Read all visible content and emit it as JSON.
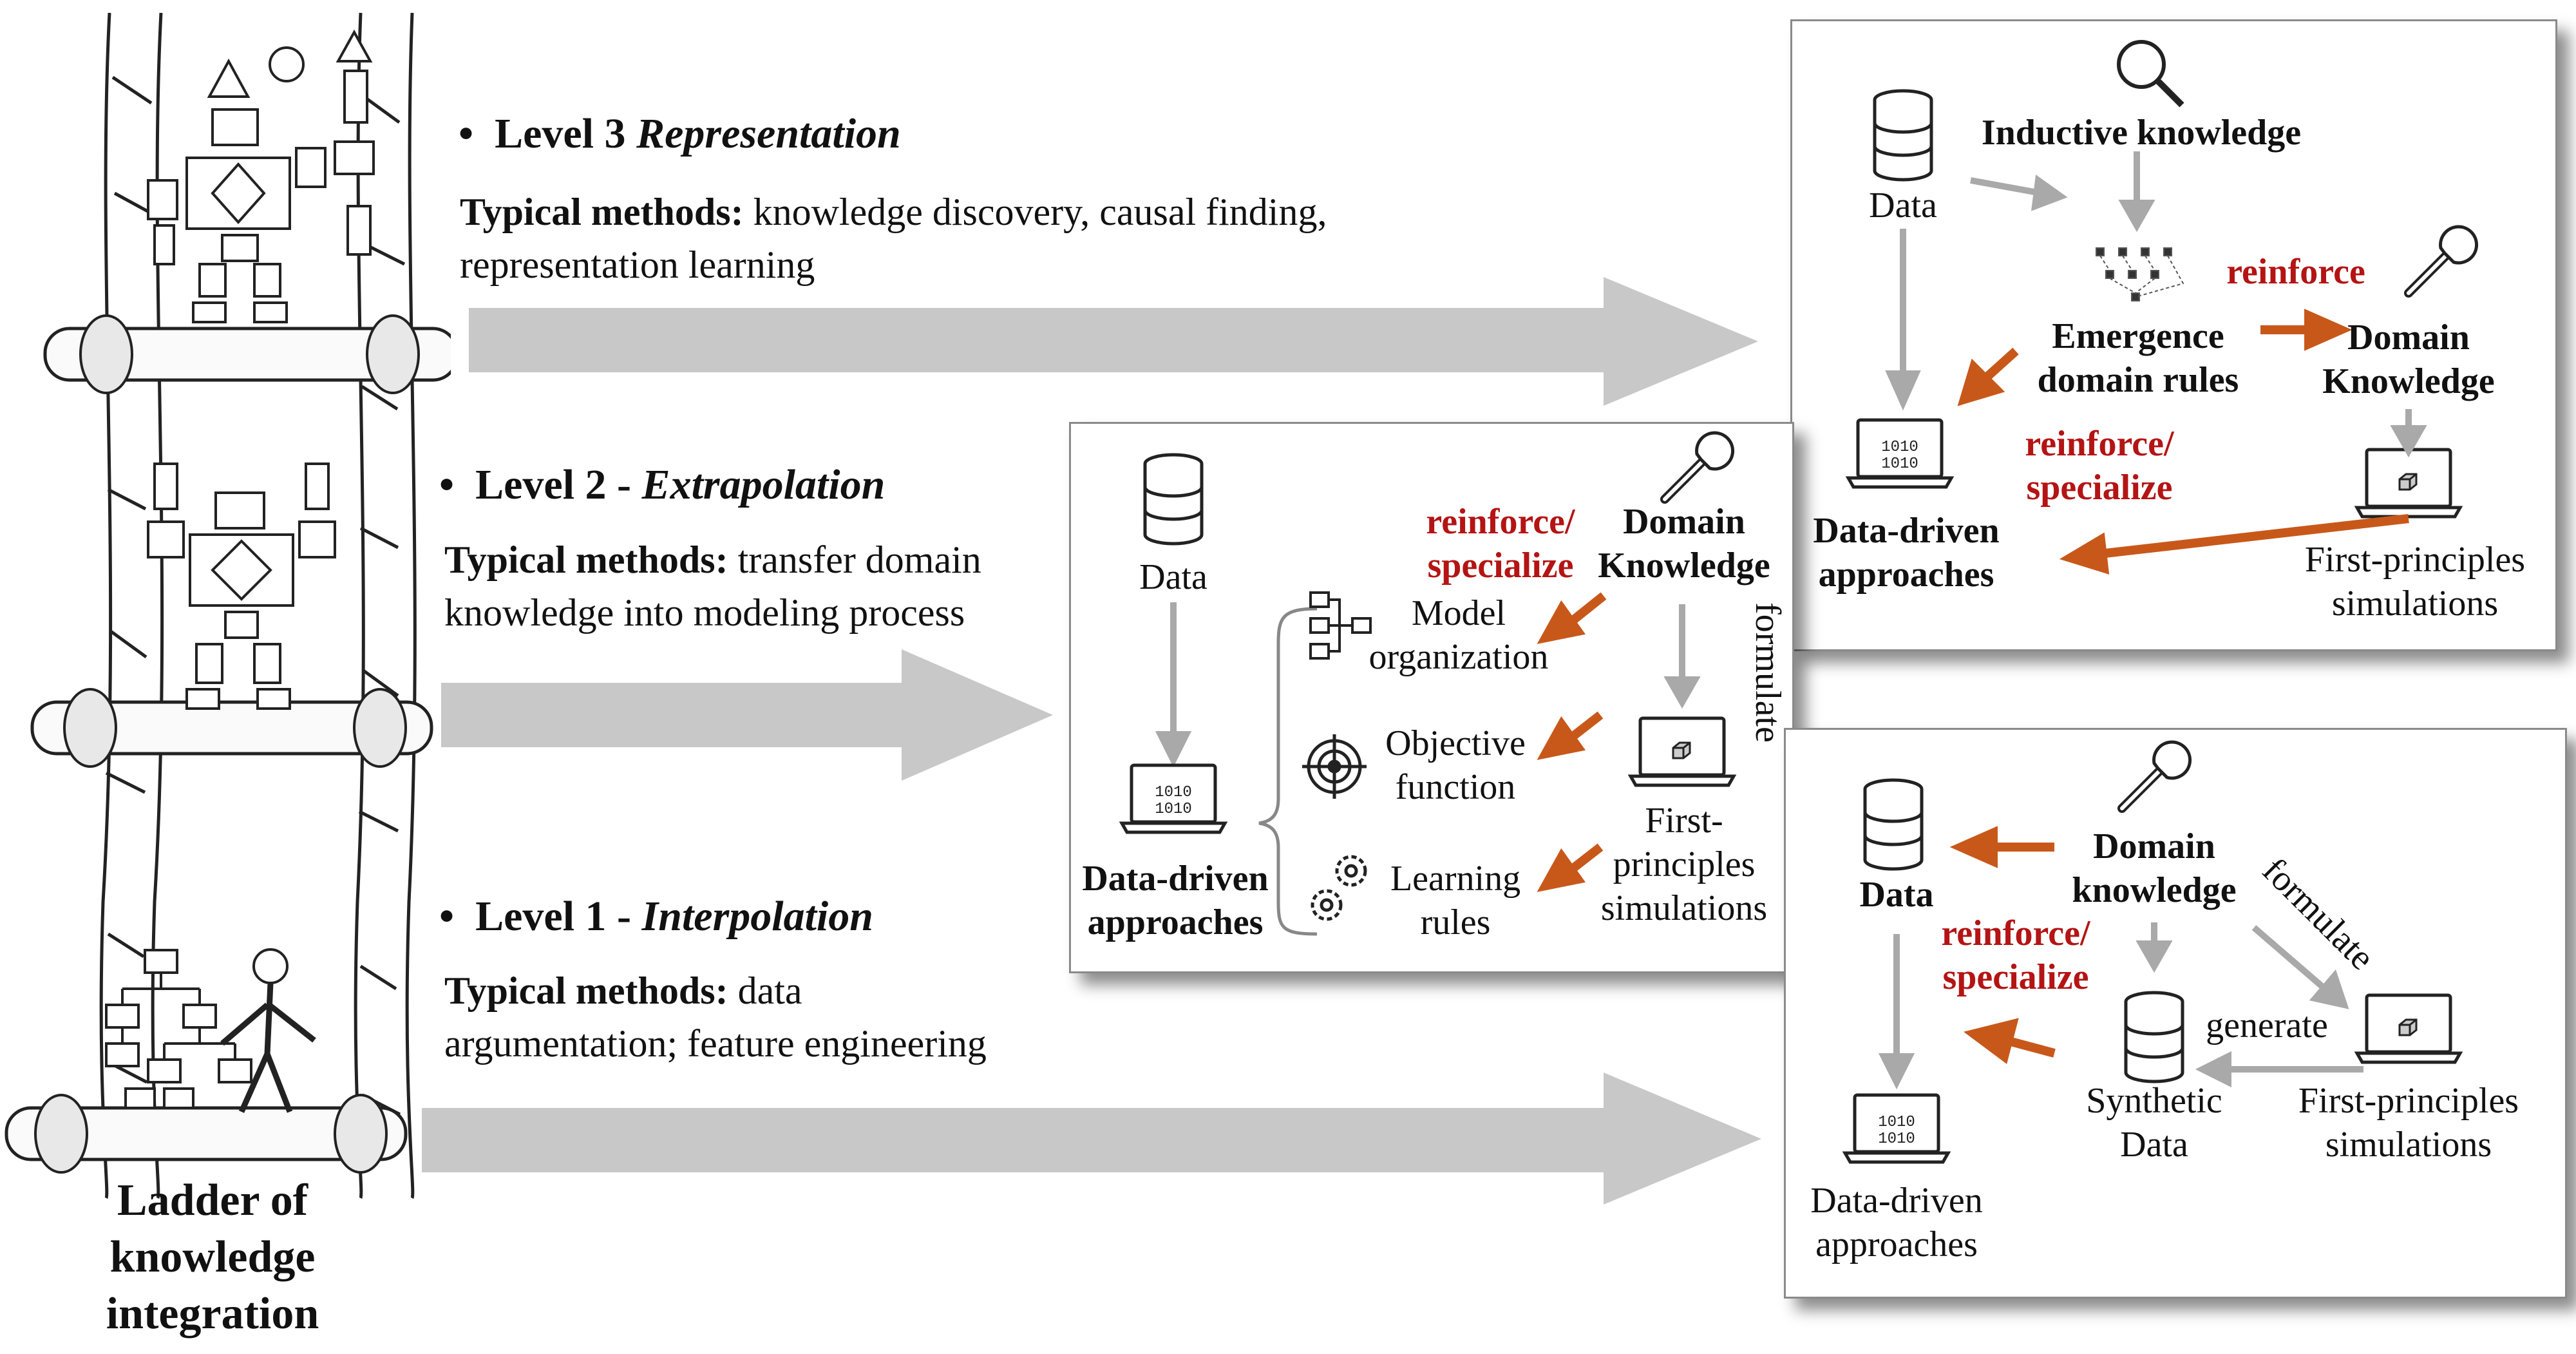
{
  "ladder": {
    "caption_lines": [
      "Ladder of",
      "knowledge",
      "integration"
    ]
  },
  "levels": [
    {
      "bullet": "•",
      "title_prefix": "Level 3 ",
      "title_italic": "Representation",
      "methods_label": "Typical methods:",
      "methods_text": " knowledge discovery, causal finding,",
      "methods_line2": "representation learning"
    },
    {
      "bullet": "•",
      "title_prefix": "Level 2 - ",
      "title_italic": "Extrapolation",
      "methods_label": "Typical methods:",
      "methods_text": " transfer domain",
      "methods_line2": "knowledge into modeling process"
    },
    {
      "bullet": "•",
      "title_prefix": "Level 1 - ",
      "title_italic": "Interpolation",
      "methods_label": "Typical methods:",
      "methods_text": " data",
      "methods_line2": "argumentation; feature engineering"
    }
  ],
  "panel3": {
    "data": "Data",
    "inductive": "Inductive knowledge",
    "emergence_l1": "Emergence",
    "emergence_l2": "domain rules",
    "reinforce": "reinforce",
    "domain_l1": "Domain",
    "domain_l2": "Knowledge",
    "reinforce_spec_l1": "reinforce/",
    "reinforce_spec_l2": "specialize",
    "dd_l1": "Data-driven",
    "dd_l2": "approaches",
    "fp_l1": "First-principles",
    "fp_l2": "simulations"
  },
  "panel2": {
    "data": "Data",
    "reinforce_spec_l1": "reinforce/",
    "reinforce_spec_l2": "specialize",
    "domain_l1": "Domain",
    "domain_l2": "Knowledge",
    "formulate": "formulate",
    "model_l1": "Model",
    "model_l2": "organization",
    "objective_l1": "Objective",
    "objective_l2": "function",
    "learning_l1": "Learning",
    "learning_l2": "rules",
    "fp_l1": "First-",
    "fp_l2": "principles",
    "fp_l3": "simulations",
    "dd_l1": "Data-driven",
    "dd_l2": "approaches"
  },
  "panel1": {
    "data": "Data",
    "domain_l1": "Domain",
    "domain_l2": "knowledge",
    "formulate": "formulate",
    "reinforce_spec_l1": "reinforce/",
    "reinforce_spec_l2": "specialize",
    "generate": "generate",
    "synthetic_l1": "Synthetic",
    "synthetic_l2": "Data",
    "fp_l1": "First-principles",
    "fp_l2": "simulations",
    "dd_l1": "Data-driven",
    "dd_l2": "approaches"
  },
  "colors": {
    "arrow_gray": "#c8c8c8",
    "flow_gray": "#a9a9a9",
    "orange": "#c8581a",
    "red_text": "#b41414",
    "panel_border": "#8a8a8a"
  },
  "icons": [
    "database-icon",
    "magnifier-icon",
    "wrench-icon",
    "laptop-binary-icon",
    "laptop-cube-icon",
    "network-icon",
    "org-chart-icon",
    "target-icon",
    "gears-icon"
  ]
}
